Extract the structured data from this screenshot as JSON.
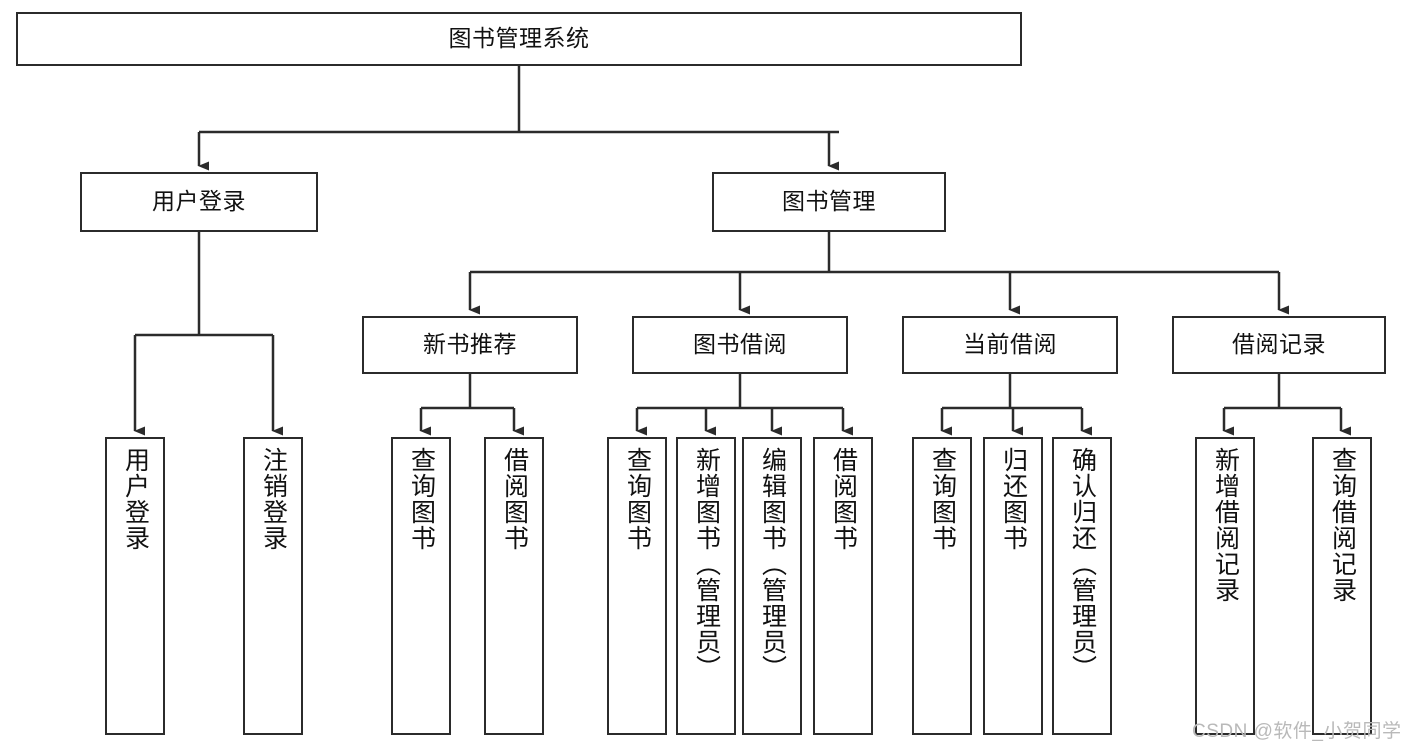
{
  "diagram": {
    "title": "图书管理系统",
    "watermark": "CSDN @软件_小贺同学",
    "colors": {
      "stroke": "#2b2b2b",
      "fill": "#ffffff",
      "text": "#111111",
      "watermark": "#b9b9b9"
    },
    "nodes": {
      "root": {
        "label": "图书管理系统"
      },
      "level1": [
        {
          "label": "用户登录"
        },
        {
          "label": "图书管理"
        }
      ],
      "level2": [
        {
          "label": "新书推荐"
        },
        {
          "label": "图书借阅"
        },
        {
          "label": "当前借阅"
        },
        {
          "label": "借阅记录"
        }
      ],
      "leaves_user_login": [
        {
          "label": "用户登录"
        },
        {
          "label": "注销登录"
        }
      ],
      "leaves_new_books": [
        {
          "label": "查询图书"
        },
        {
          "label": "借阅图书"
        }
      ],
      "leaves_borrow": [
        {
          "label": "查询图书"
        },
        {
          "label": "新增图书（管理员）"
        },
        {
          "label": "编辑图书（管理员）"
        },
        {
          "label": "借阅图书"
        }
      ],
      "leaves_current": [
        {
          "label": "查询图书"
        },
        {
          "label": "归还图书"
        },
        {
          "label": "确认归还（管理员）"
        }
      ],
      "leaves_records": [
        {
          "label": "新增借阅记录"
        },
        {
          "label": "查询借阅记录"
        }
      ]
    }
  }
}
